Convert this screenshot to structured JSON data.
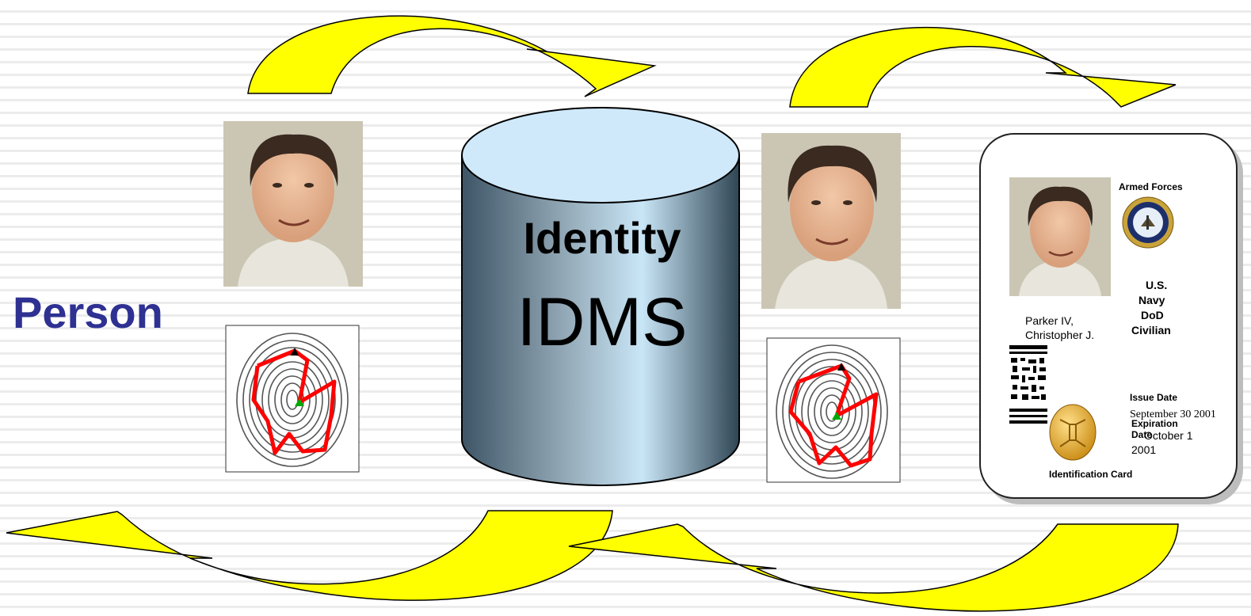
{
  "diagram": {
    "person_label": "Person",
    "database": {
      "title": "Identity",
      "subtitle": "IDMS"
    },
    "id_card": {
      "header": "Armed Forces",
      "branch_line1": "U.S.",
      "branch_line2": "Navy",
      "affiliation_line1": "DoD",
      "affiliation_line2": "Civilian",
      "name_line1": "Parker IV,",
      "name_line2": "Christopher J.",
      "issue_date_label": "Issue Date",
      "issue_date_value": "September 30 2001",
      "expiration_label_line1": "Expiration",
      "expiration_label_line2": "Date",
      "expiration_value_line1": "October 1",
      "expiration_value_line2": "2001",
      "footer": "Identification Card"
    }
  },
  "colors": {
    "arrow_fill": "#ffff00",
    "person_text": "#2e3192",
    "minutiae_line": "#ff0000",
    "cylinder_top": "#cfe9fb"
  },
  "icons": [
    "face-photo",
    "fingerprint-minutiae",
    "navy-seal",
    "smart-card-chip",
    "barcode"
  ]
}
